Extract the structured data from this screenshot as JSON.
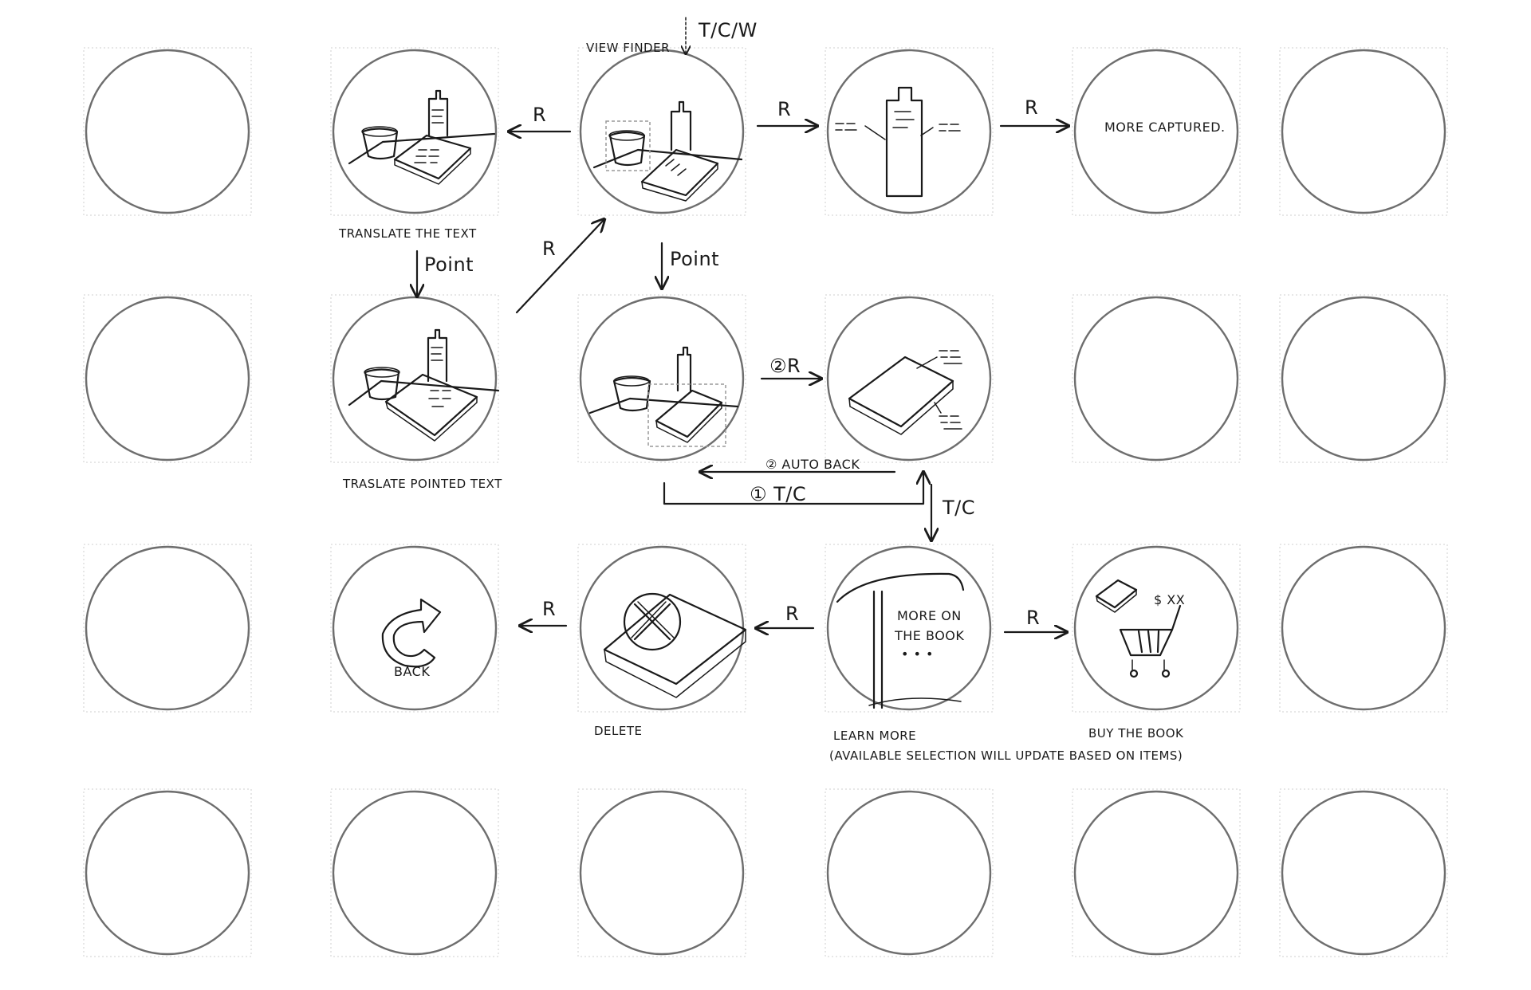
{
  "top_input": {
    "label": "T/C/W"
  },
  "labels": {
    "view_finder": "VIEW FINDER",
    "translate_text": "TRANSLATE THE TEXT",
    "translate_pointed": "TRASLATE POINTED TEXT",
    "more_captured": "MORE CAPTURED.",
    "back": "BACK",
    "delete": "DELETE",
    "learn_more": "LEARN MORE",
    "learn_more_note": "(AVAILABLE SELECTION WILL UPDATE BASED ON ITEMS)",
    "buy_book": "BUY THE BOOK",
    "more_on": "MORE ON",
    "the_book": "THE BOOK",
    "ellipsis": "• • •",
    "price": "$ XX"
  },
  "arrows": {
    "r": "R",
    "point": "Point",
    "two_r": "②R",
    "auto_back": "② AUTO BACK",
    "one_tc": "① T/C",
    "tc": "T/C"
  }
}
